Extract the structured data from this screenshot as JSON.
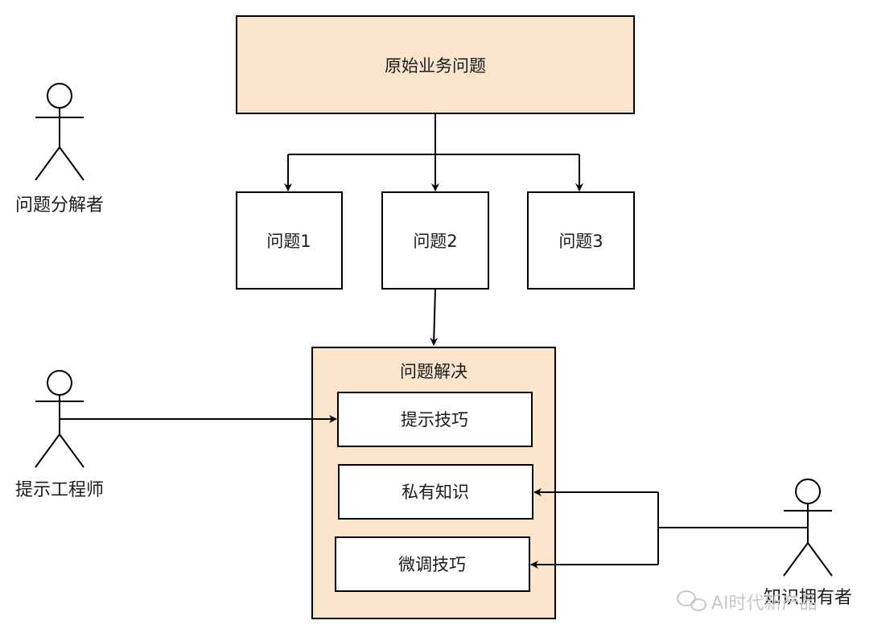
{
  "colors": {
    "box_fill_peach": "#fae4cc",
    "box_fill_white": "#ffffff",
    "stroke": "#000000",
    "text": "#1a1a1a",
    "watermark": "#c8c8c8"
  },
  "boxes": {
    "root": "原始业务问题",
    "problem_1": "问题1",
    "problem_2": "问题2",
    "problem_3": "问题3",
    "solve_group": "问题解决",
    "prompt_skills": "提示技巧",
    "private_knowledge": "私有知识",
    "finetune_skills": "微调技巧"
  },
  "actors": {
    "decomposer": "问题分解者",
    "prompt_engineer": "提示工程师",
    "knowledge_owner": "知识拥有者"
  },
  "watermark": {
    "text": "AI时代新产品",
    "icon": "wechat-icon"
  }
}
